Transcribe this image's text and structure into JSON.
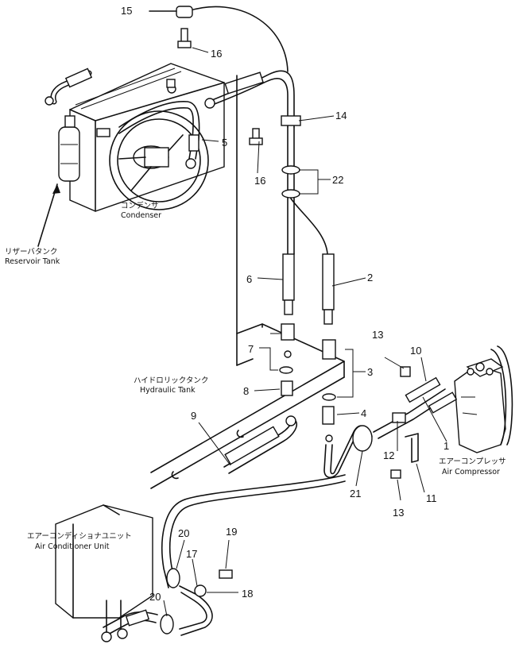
{
  "callouts": {
    "n1": "1",
    "n2": "2",
    "n3": "3",
    "n4": "4",
    "n5": "5",
    "n6": "6",
    "n7": "7",
    "n8": "8",
    "n9": "9",
    "n10": "10",
    "n11": "11",
    "n12": "12",
    "n13a": "13",
    "n13b": "13",
    "n14": "14",
    "n15": "15",
    "n16a": "16",
    "n16b": "16",
    "n17": "17",
    "n18": "18",
    "n19": "19",
    "n20a": "20",
    "n20b": "20",
    "n21": "21",
    "n22": "22"
  },
  "labels": {
    "condenser_jp": "コンデンサ",
    "condenser_en": "Condenser",
    "reservoir_jp": "リザーバタンク",
    "reservoir_en": "Reservoir Tank",
    "hydraulic_jp": "ハイドロリックタンク",
    "hydraulic_en": "Hydraulic Tank",
    "compressor_jp": "エアーコンプレッサ",
    "compressor_en": "Air Compressor",
    "acunit_jp": "エアーコンディショナユニット",
    "acunit_en": "Air Conditioner Unit"
  }
}
